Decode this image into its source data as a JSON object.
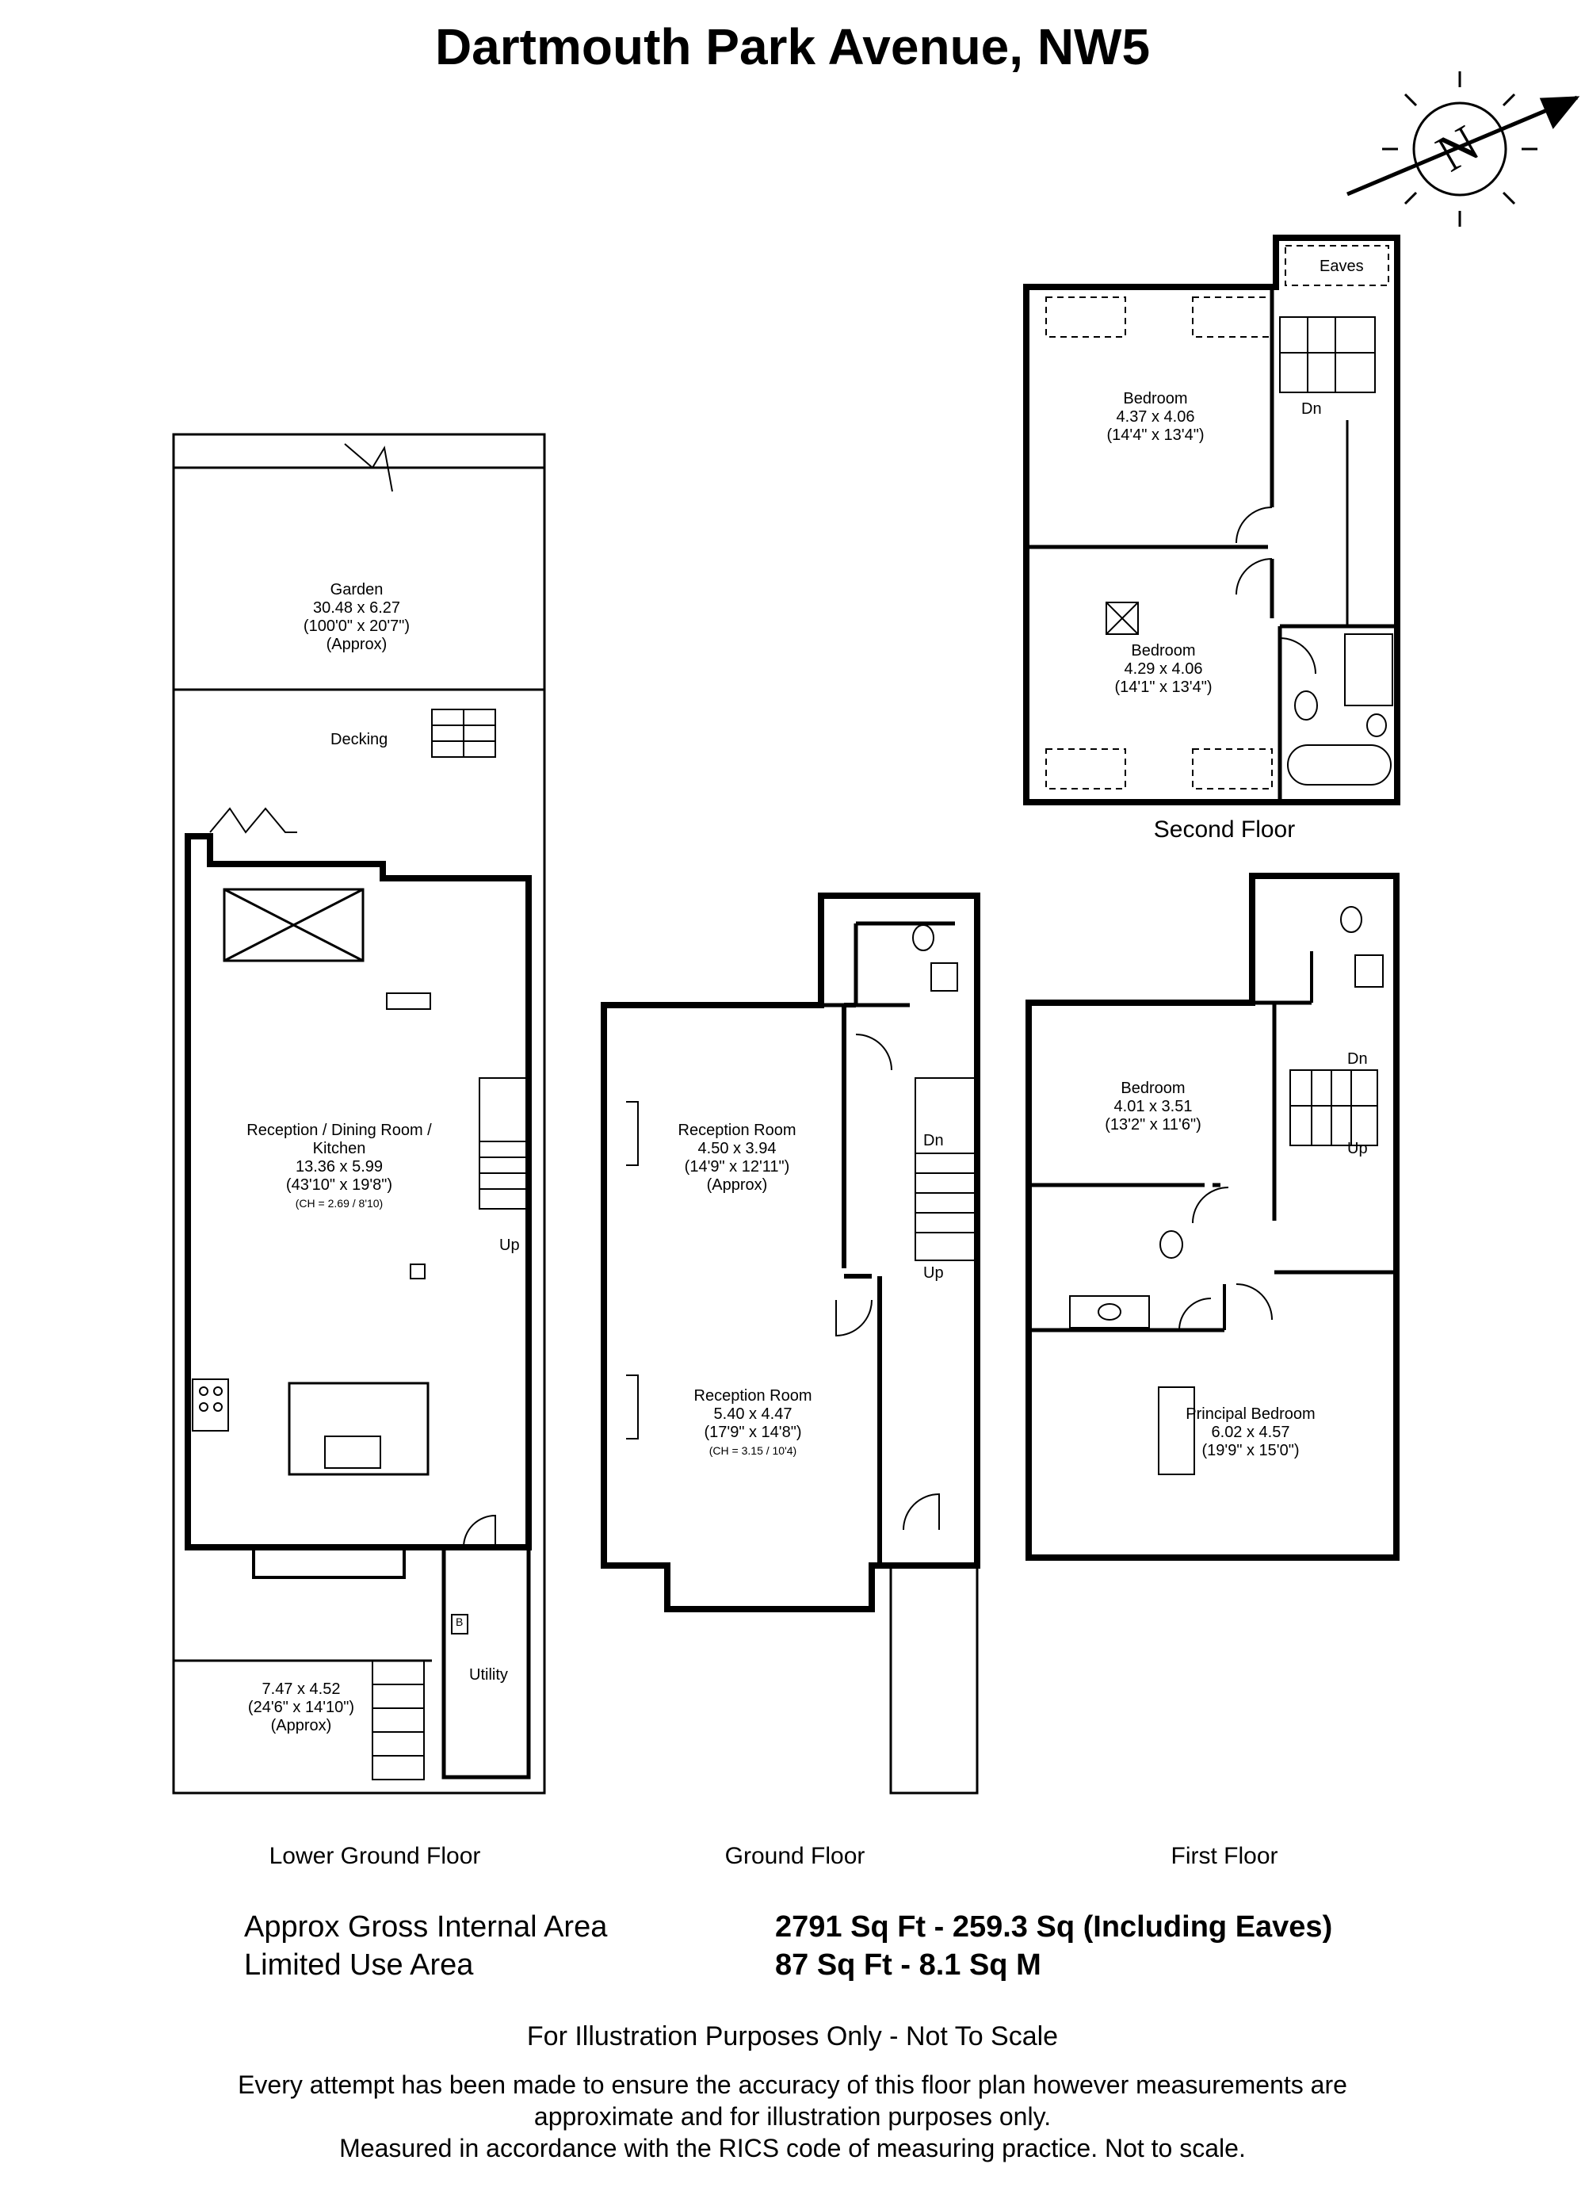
{
  "title": "Dartmouth Park Avenue, NW5",
  "compass": {
    "letter": "N"
  },
  "floors": {
    "lower_ground": "Lower Ground Floor",
    "ground": "Ground Floor",
    "first": "First Floor",
    "second": "Second Floor"
  },
  "rooms": {
    "garden": [
      "Garden",
      "30.48 x 6.27",
      "(100'0\" x 20'7\")",
      "(Approx)"
    ],
    "decking": "Decking",
    "reception_kitchen": [
      "Reception / Dining Room /",
      "Kitchen",
      "13.36 x 5.99",
      "(43'10\" x 19'8\")",
      "(CH = 2.69 / 8'10)"
    ],
    "vault": [
      "7.47 x 4.52",
      "(24'6\" x 14'10\")",
      "(Approx)"
    ],
    "utility": "Utility",
    "boiler": "B",
    "reception_1": [
      "Reception Room",
      "4.50 x 3.94",
      "(14'9\" x 12'11\")",
      "(Approx)"
    ],
    "reception_2": [
      "Reception Room",
      "5.40 x 4.47",
      "(17'9\" x 14'8\")",
      "(CH = 3.15 / 10'4)"
    ],
    "bedroom_first": [
      "Bedroom",
      "4.01 x 3.51",
      "(13'2\" x 11'6\")"
    ],
    "principal_bedroom": [
      "Principal Bedroom",
      "6.02 x 4.57",
      "(19'9\" x 15'0\")"
    ],
    "bedroom_second_a": [
      "Bedroom",
      "4.37 x 4.06",
      "(14'4\" x 13'4\")"
    ],
    "bedroom_second_b": [
      "Bedroom",
      "4.29 x 4.06",
      "(14'1\" x 13'4\")"
    ],
    "eaves": "Eaves"
  },
  "stairs": {
    "up": "Up",
    "down": "Dn"
  },
  "areas": {
    "gross_label": "Approx Gross Internal Area",
    "gross_value": "2791 Sq Ft - 259.3 Sq (Including Eaves)",
    "limited_label": "Limited Use Area",
    "limited_value": "87 Sq Ft - 8.1 Sq M"
  },
  "disclaimer": {
    "heading": "For Illustration Purposes Only - Not To Scale",
    "lines": [
      "Every attempt has been made to ensure the accuracy of this floor plan however measurements are",
      "approximate and for illustration purposes only.",
      "Measured in accordance with the RICS code of measuring practice. Not to scale."
    ]
  }
}
